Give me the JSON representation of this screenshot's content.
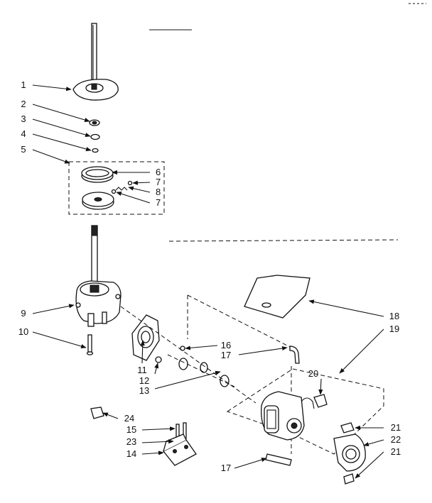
{
  "diagram": {
    "callouts": [
      "1",
      "2",
      "3",
      "4",
      "5",
      "6",
      "7",
      "7",
      "8",
      "9",
      "10",
      "11",
      "12",
      "13",
      "14",
      "15",
      "16",
      "17",
      "17",
      "18",
      "19",
      "20",
      "21",
      "21",
      "22",
      "23",
      "24"
    ]
  }
}
